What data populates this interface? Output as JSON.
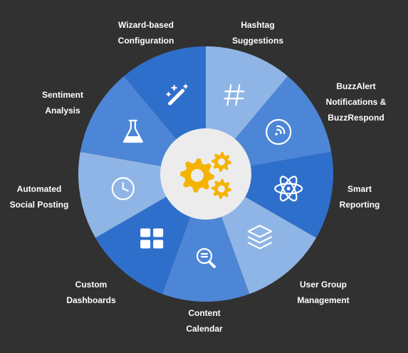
{
  "colors": {
    "background": "#313131",
    "center_circle": "#ececec",
    "gear": "#f5b400",
    "icon": "#ffffff",
    "segment_light": "#8fb5e6",
    "segment_mid_light": "#6f9fde",
    "segment_mid": "#4d86d6",
    "segment_dark": "#2f6fcc"
  },
  "center": {
    "icon": "gears-icon"
  },
  "segments": [
    {
      "id": "hashtag-suggestions",
      "label_lines": [
        "Hashtag",
        "Suggestions"
      ],
      "icon": "hashtag-icon",
      "color": "#8fb5e6"
    },
    {
      "id": "buzzalert-notifications",
      "label_lines": [
        "BuzzAlert",
        "Notifications &",
        "BuzzRespond"
      ],
      "icon": "signal-icon",
      "color": "#4d86d6"
    },
    {
      "id": "smart-reporting",
      "label_lines": [
        "Smart",
        "Reporting"
      ],
      "icon": "atom-icon",
      "color": "#2f6fcc"
    },
    {
      "id": "user-group-management",
      "label_lines": [
        "User Group",
        "Management"
      ],
      "icon": "layers-icon",
      "color": "#8fb5e6"
    },
    {
      "id": "content-calendar",
      "label_lines": [
        "Content",
        "Calendar"
      ],
      "icon": "document-search-icon",
      "color": "#4d86d6"
    },
    {
      "id": "custom-dashboards",
      "label_lines": [
        "Custom",
        "Dashboards"
      ],
      "icon": "dashboard-grid-icon",
      "color": "#2f6fcc"
    },
    {
      "id": "automated-social-posting",
      "label_lines": [
        "Automated",
        "Social Posting"
      ],
      "icon": "clock-icon",
      "color": "#8fb5e6"
    },
    {
      "id": "sentiment-analysis",
      "label_lines": [
        "Sentiment",
        "Analysis"
      ],
      "icon": "flask-icon",
      "color": "#4d86d6"
    },
    {
      "id": "wizard-configuration",
      "label_lines": [
        "Wizard-based",
        "Configuration"
      ],
      "icon": "magic-wand-icon",
      "color": "#2f6fcc"
    }
  ]
}
